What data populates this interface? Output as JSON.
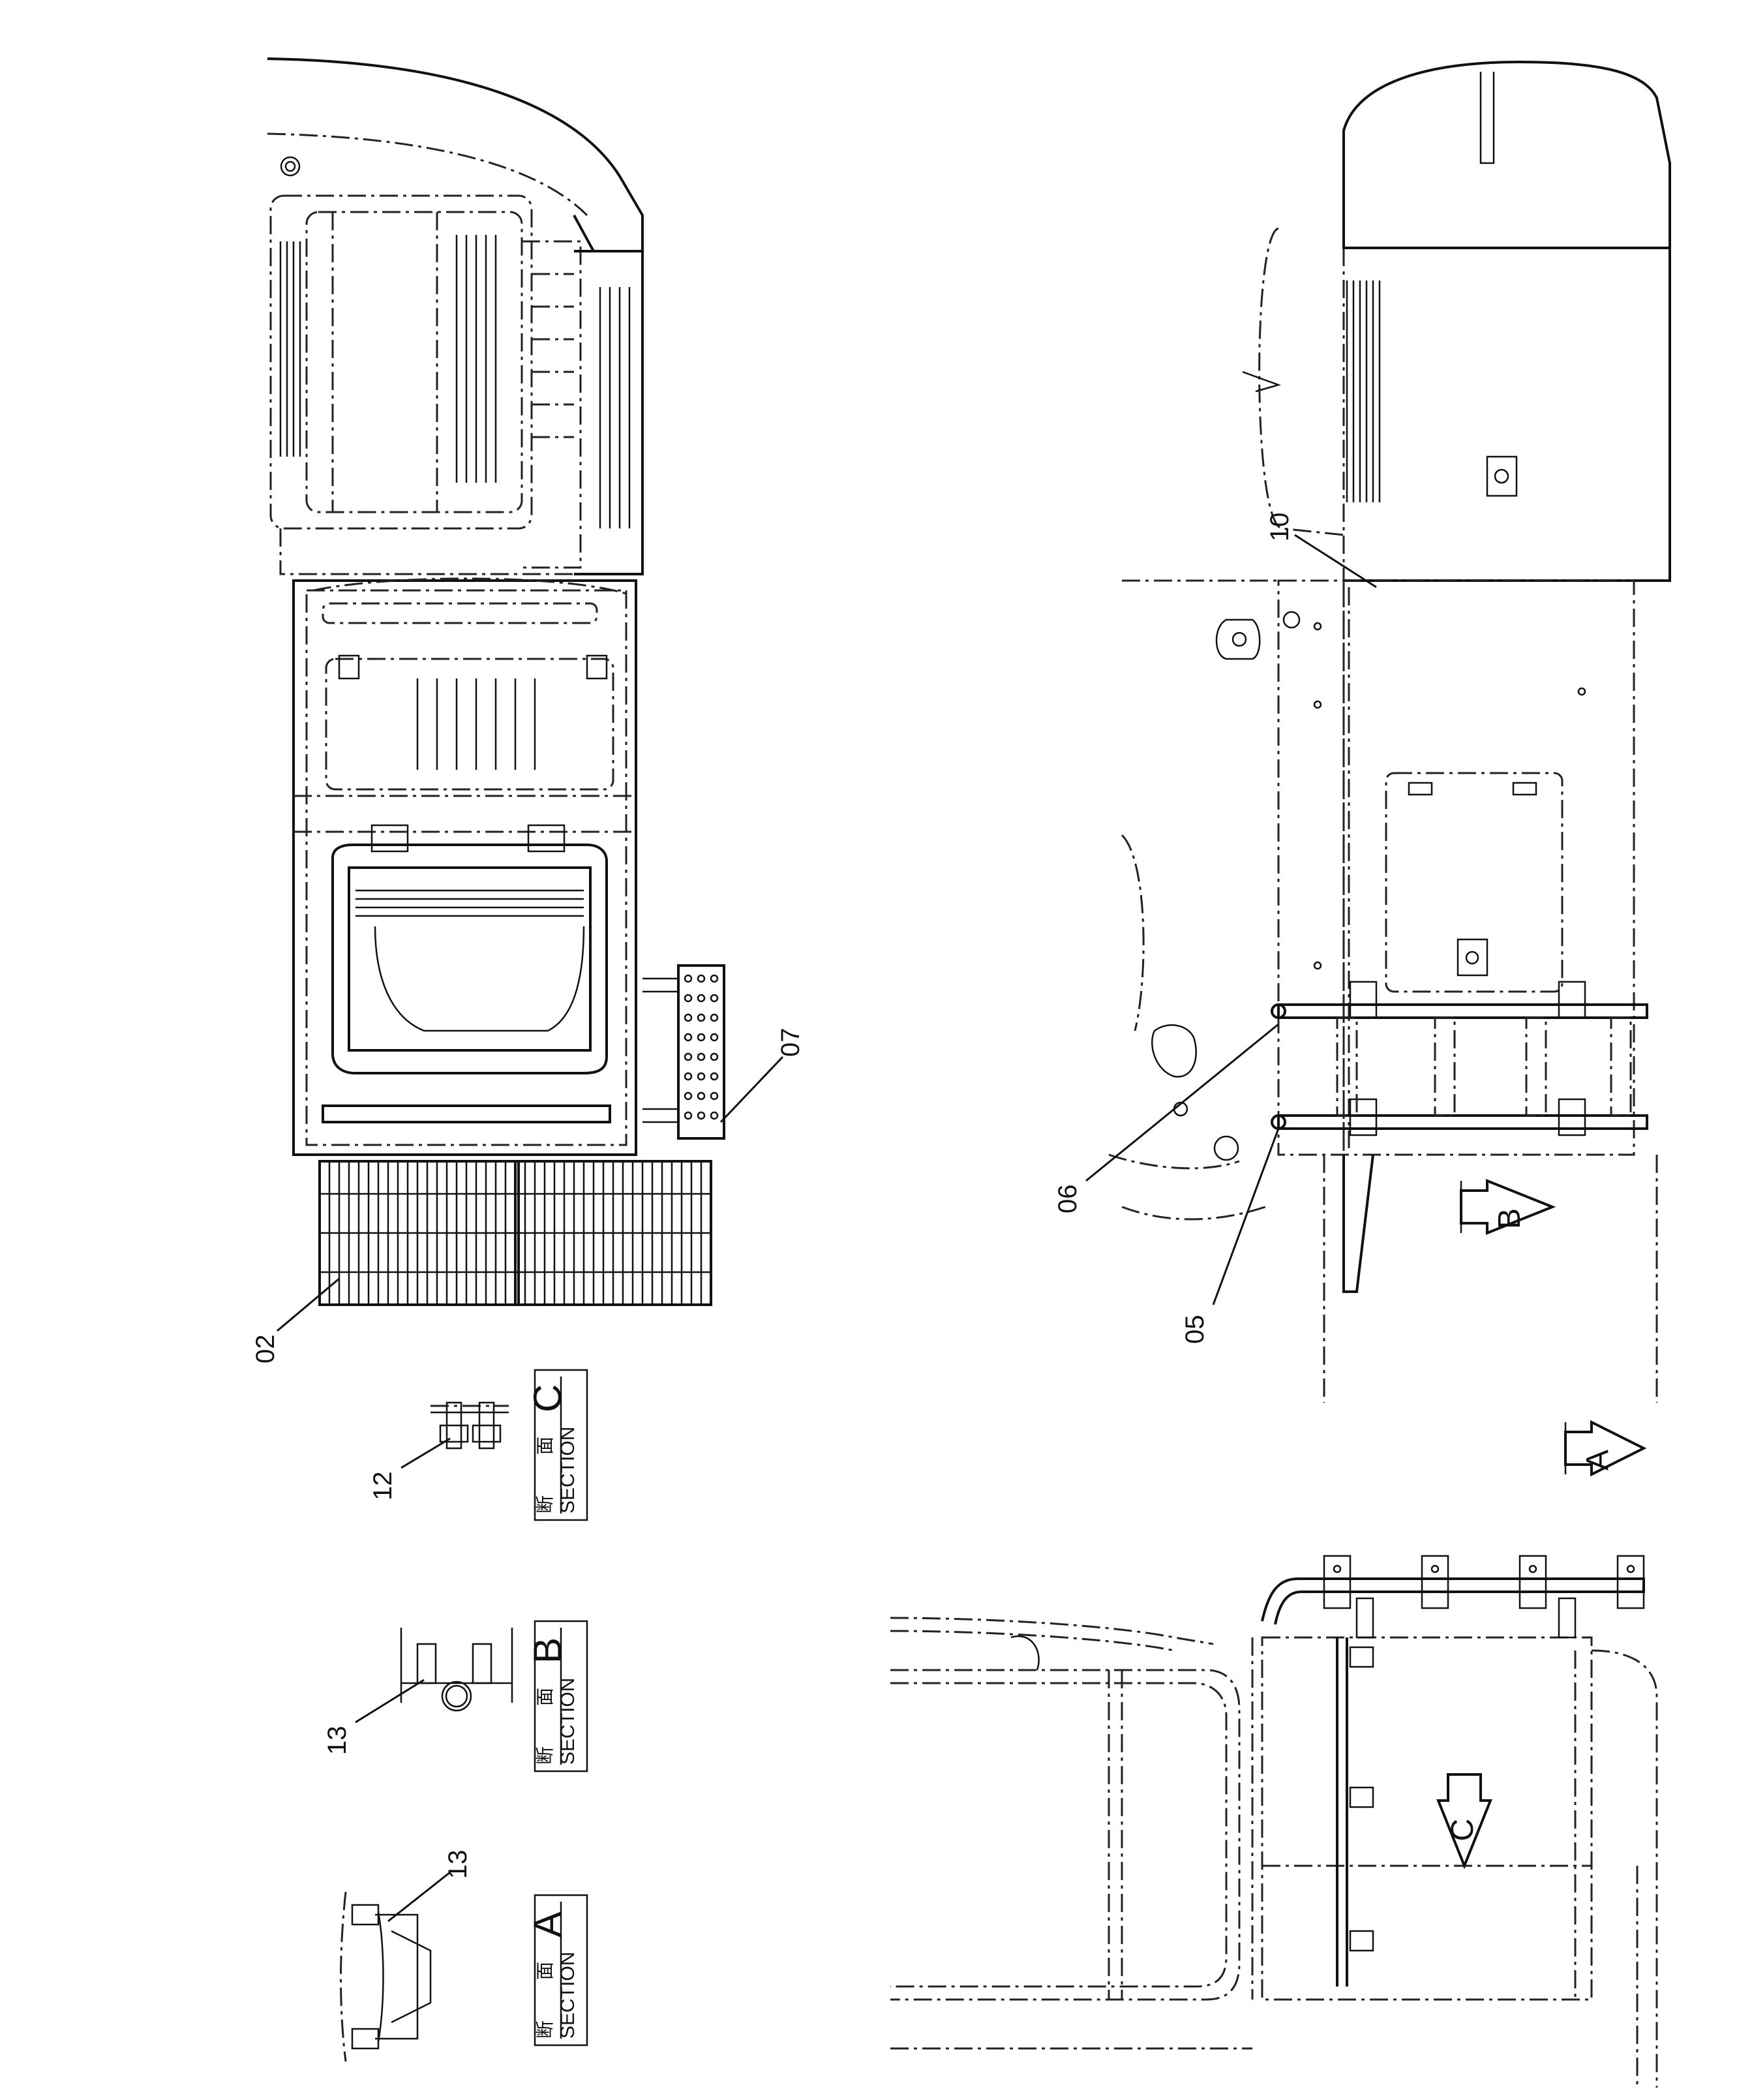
{
  "callouts": {
    "c02": "02",
    "c05": "05",
    "c06": "06",
    "c07": "07",
    "c10": "10",
    "c12": "12",
    "c13a": "13",
    "c13b": "13"
  },
  "sections": {
    "a": {
      "jp1": "断",
      "jp2": "面",
      "en": "SECTION",
      "letter": "A"
    },
    "b": {
      "jp1": "断",
      "jp2": "面",
      "en": "SECTION",
      "letter": "B"
    },
    "c": {
      "jp1": "断",
      "jp2": "面",
      "en": "SECTION",
      "letter": "C"
    }
  },
  "view_arrows": {
    "a": "A",
    "b": "B",
    "c": "C"
  }
}
